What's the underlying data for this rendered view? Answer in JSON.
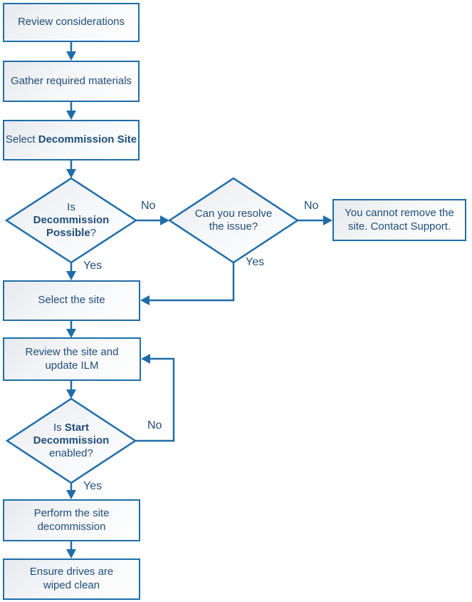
{
  "colors": {
    "line_and_border": "#1f6da8",
    "text": "#1f4e79",
    "node_fill_top": "#e7eaee",
    "node_fill_bottom": "#ffffff"
  },
  "nodes": {
    "review_considerations": {
      "label": "Review considerations"
    },
    "gather_materials": {
      "label": "Gather required materials"
    },
    "select_decommission_site": {
      "pre": "Select ",
      "bold": "Decommission Site"
    },
    "is_decommission_possible": {
      "pre": "Is ",
      "bold": "Decommission Possible",
      "post": "?"
    },
    "can_you_resolve": {
      "label": "Can you resolve the issue?"
    },
    "cannot_remove": {
      "label": "You cannot remove the site. Contact Support."
    },
    "select_the_site": {
      "label": "Select the site"
    },
    "review_site_update_ilm": {
      "label": "Review the site and update ILM"
    },
    "is_start_decommission_enabled": {
      "pre": "Is ",
      "bold": "Start Decommission",
      "post": " enabled?"
    },
    "perform_decommission": {
      "label": "Perform the site decommission"
    },
    "ensure_drives_wiped": {
      "label": "Ensure drives are wiped clean"
    }
  },
  "edge_labels": {
    "decommission_possible_no": "No",
    "decommission_possible_yes": "Yes",
    "resolve_issue_no": "No",
    "resolve_issue_yes": "Yes",
    "start_decommission_no": "No",
    "start_decommission_yes": "Yes"
  }
}
